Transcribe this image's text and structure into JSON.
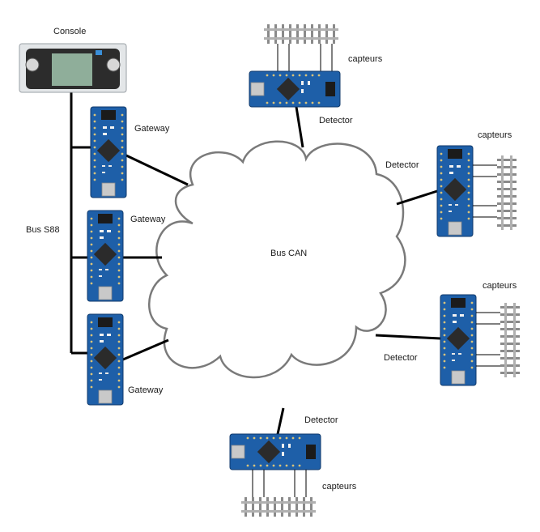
{
  "labels": {
    "console": "Console",
    "bus_s88": "Bus S88",
    "bus_can": "Bus CAN",
    "gateway": "Gateway",
    "detector": "Detector",
    "capteurs": "capteurs"
  },
  "colors": {
    "board": "#1e5fa8",
    "board_dark": "#17477e",
    "chip": "#2b2b2b",
    "usb": "#c9c9c9",
    "rail": "#b0b0b0",
    "tie": "#8a8a8a",
    "cloud_stroke": "#7a7a7a",
    "wire": "#000000"
  },
  "icons": {
    "console": "console-device-icon",
    "gateway": "arduino-nano-board-icon",
    "detector": "arduino-nano-board-icon",
    "track": "rail-track-icon"
  }
}
